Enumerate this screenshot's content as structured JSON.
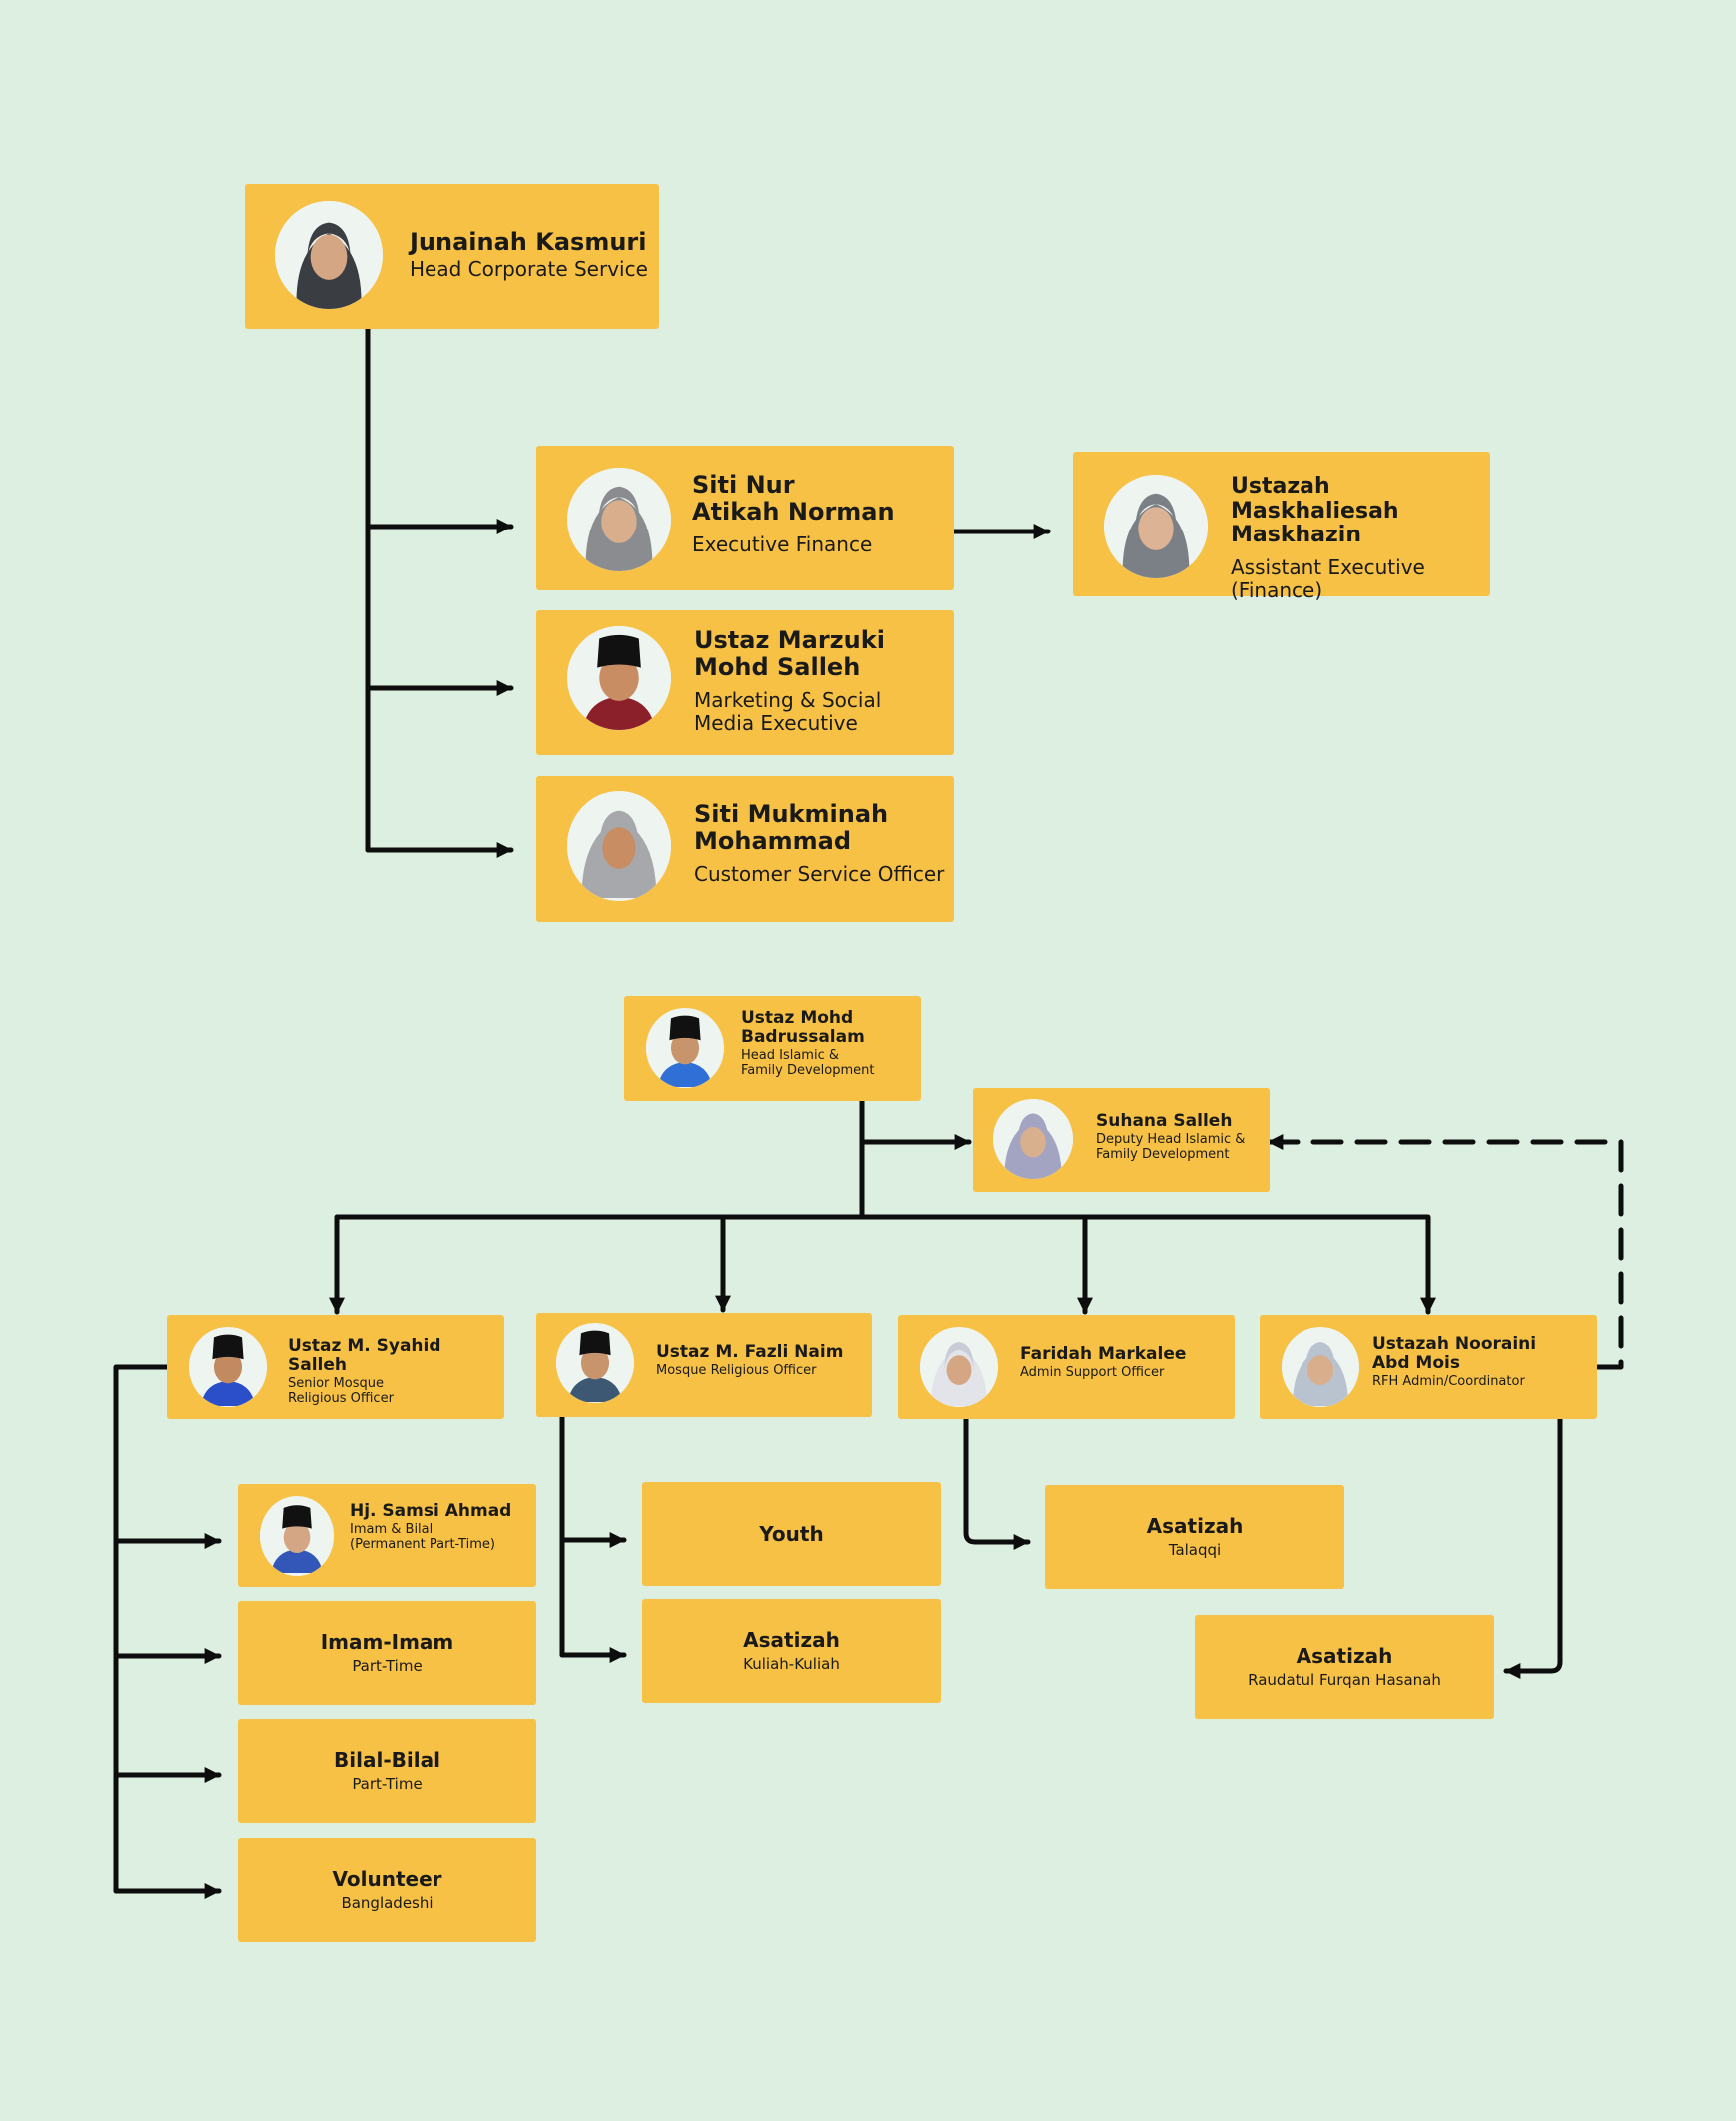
{
  "colors": {
    "background": "#dcefe0",
    "card": "#f7c146",
    "line": "#0d0d0d"
  },
  "corporate": {
    "head": {
      "name": "Junainah Kasmuri",
      "role": "Head Corporate Service",
      "photo_icon": "woman-hijab-portrait-icon"
    },
    "finance": {
      "name": "Siti Nur\nAtikah Norman",
      "role": "Executive Finance",
      "photo_icon": "woman-hijab-portrait-icon"
    },
    "finance_assistant": {
      "name": "Ustazah Maskhaliesah\nMaskhazin",
      "role": "Assistant Executive\n(Finance)",
      "photo_icon": "woman-hijab-portrait-icon"
    },
    "marketing": {
      "name": "Ustaz Marzuki\nMohd Salleh",
      "role": "Marketing & Social\nMedia Executive",
      "photo_icon": "man-songkok-portrait-icon"
    },
    "customer_service": {
      "name": "Siti Mukminah\nMohammad",
      "role": "Customer Service Officer",
      "photo_icon": "woman-hijab-portrait-icon"
    }
  },
  "islamic": {
    "head": {
      "name": "Ustaz Mohd\nBadrussalam",
      "role": "Head Islamic &\nFamily Development",
      "photo_icon": "man-songkok-portrait-icon"
    },
    "deputy": {
      "name": "Suhana Salleh",
      "role": "Deputy Head Islamic &\nFamily Development",
      "photo_icon": "woman-hijab-portrait-icon"
    },
    "syahid": {
      "name": "Ustaz M. Syahid Salleh",
      "role": "Senior Mosque\nReligious Officer",
      "photo_icon": "man-songkok-portrait-icon"
    },
    "fazli": {
      "name": "Ustaz M. Fazli Naim",
      "role": "Mosque Religious Officer",
      "photo_icon": "man-songkok-portrait-icon"
    },
    "faridah": {
      "name": "Faridah Markalee",
      "role": "Admin Support Officer",
      "photo_icon": "woman-hijab-portrait-icon"
    },
    "nooraini": {
      "name": "Ustazah Nooraini\nAbd Mois",
      "role": "RFH Admin/Coordinator",
      "photo_icon": "woman-hijab-portrait-icon"
    },
    "samsi": {
      "name": "Hj. Samsi Ahmad",
      "role": "Imam & Bilal\n(Permanent Part-Time)",
      "photo_icon": "man-songkok-portrait-icon"
    },
    "imam_imam": {
      "name": "Imam-Imam",
      "role": "Part-Time"
    },
    "bilal_bilal": {
      "name": "Bilal-Bilal",
      "role": "Part-Time"
    },
    "volunteer": {
      "name": "Volunteer",
      "role": "Bangladeshi"
    },
    "youth": {
      "name": "Youth"
    },
    "asatizah_kuliah": {
      "name": "Asatizah",
      "role": "Kuliah-Kuliah"
    },
    "asatizah_talaqqi": {
      "name": "Asatizah",
      "role": "Talaqqi"
    },
    "asatizah_rfh": {
      "name": "Asatizah",
      "role": "Raudatul Furqan Hasanah"
    }
  }
}
